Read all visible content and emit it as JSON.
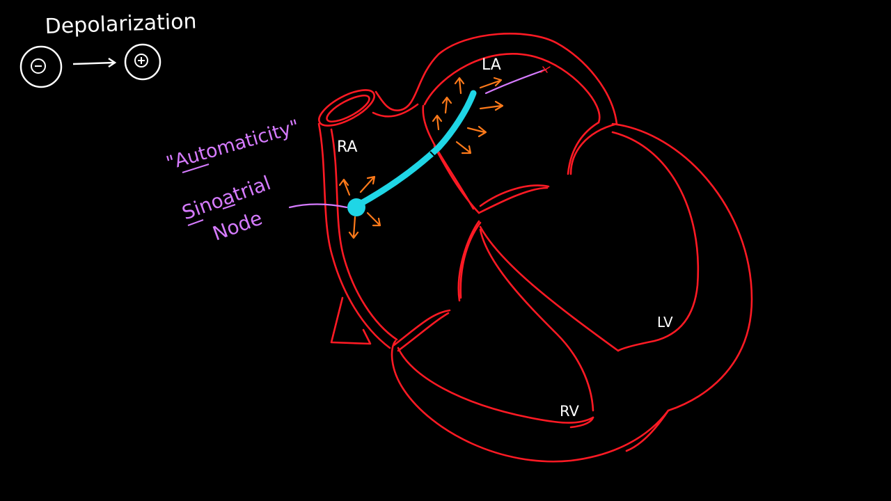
{
  "colors": {
    "background": "#000000",
    "heart": "#ff1a24",
    "white": "#ffffff",
    "purple": "#d67bff",
    "cyan": "#1fd6e6",
    "orange": "#ff7a1a"
  },
  "depolarization": {
    "title": "Depolarization",
    "before_symbol": "⊖",
    "after_symbol": "⊕"
  },
  "labels": {
    "automaticity": "\"Automaticity\"",
    "sinoatrial_line1": "Sinoatrial",
    "sinoatrial_line2": "Node",
    "ra": "RA",
    "la": "LA",
    "lv": "LV",
    "rv": "RV"
  }
}
